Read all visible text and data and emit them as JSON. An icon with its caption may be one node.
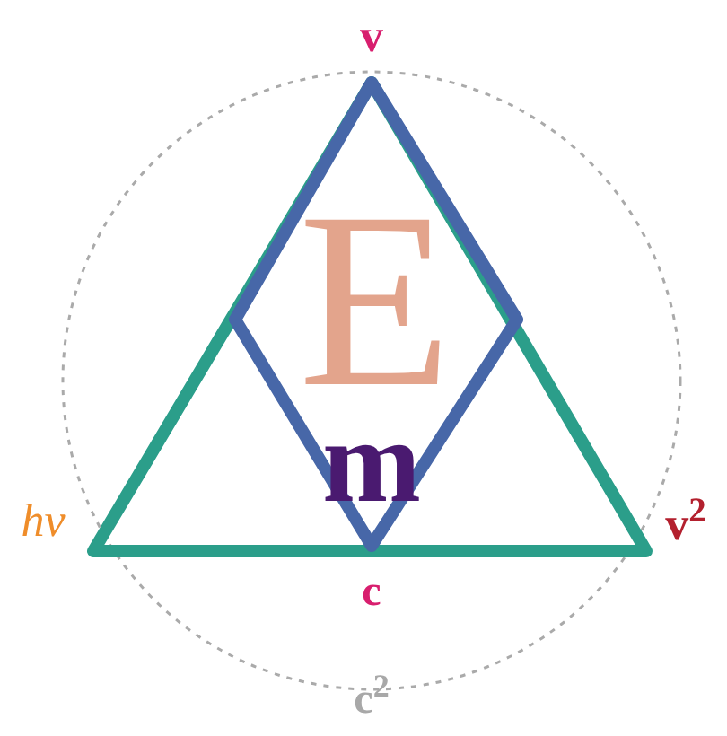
{
  "diagram": {
    "labels": [
      "v",
      "E",
      "m",
      "hv",
      "v$^{2}$",
      "c",
      "c$^{2}$"
    ]
  }
}
